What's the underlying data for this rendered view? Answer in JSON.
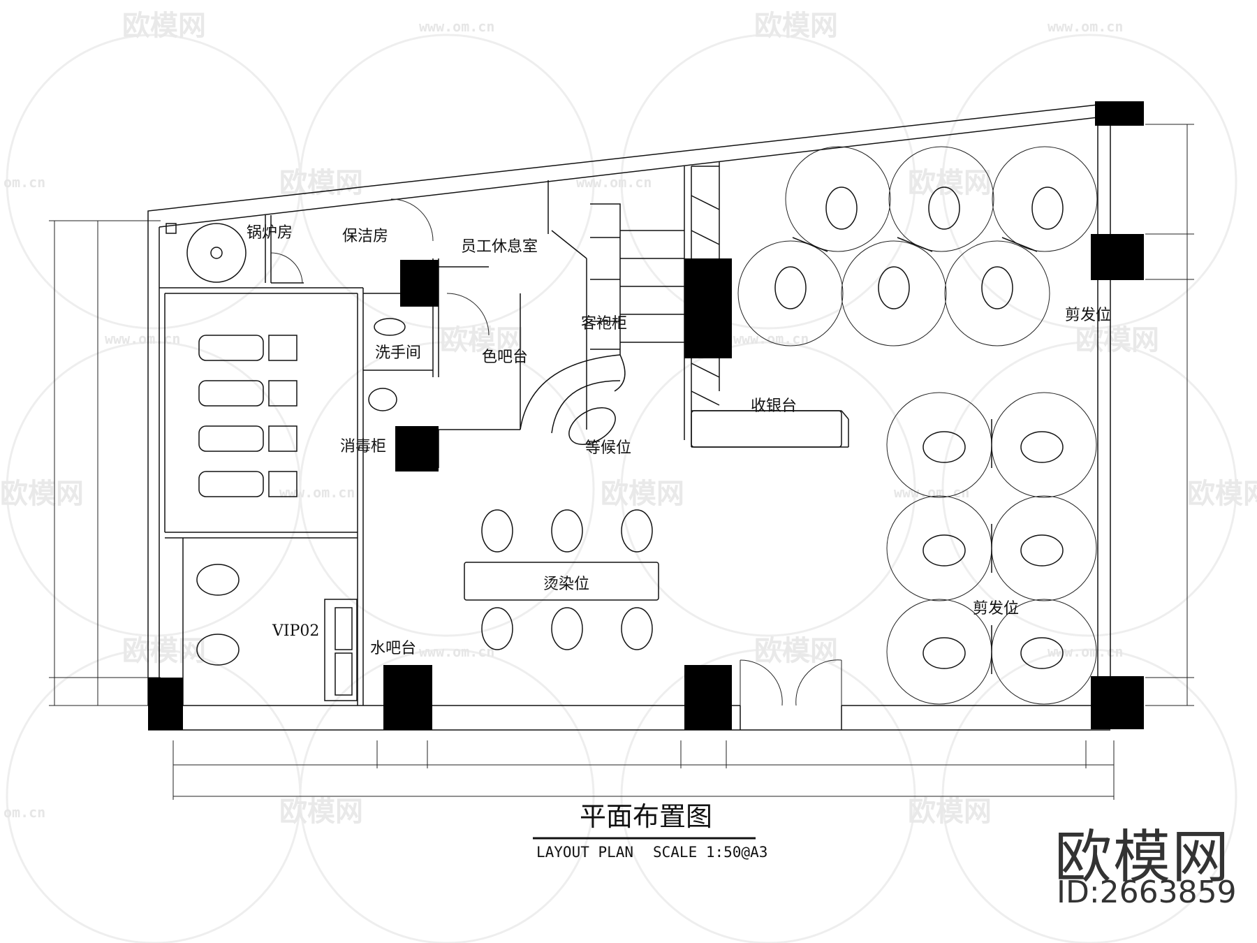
{
  "watermarks": {
    "logo_text": "欧模网",
    "url_text": "www.om.cn",
    "url_short": "om.cn"
  },
  "rooms": {
    "boiler": "锅炉房",
    "cleaning": "保洁房",
    "staff_lounge": "员工休息室",
    "coat_cabinet": "客袍柜",
    "washroom": "洗手间",
    "color_bar": "色吧台",
    "disinfection_cabinet": "消毒柜",
    "waiting": "等候位",
    "cashier": "收银台",
    "haircut_top": "剪发位",
    "haircut_bottom": "剪发位",
    "perm_dye": "烫染位",
    "vip": "VIP02",
    "water_bar": "水吧台"
  },
  "title_block": {
    "title": "平面布置图",
    "subtitle": "LAYOUT PLAN",
    "scale": "SCALE 1:50@A3"
  },
  "brand": {
    "name": "欧模网",
    "id": "ID:2663859"
  }
}
